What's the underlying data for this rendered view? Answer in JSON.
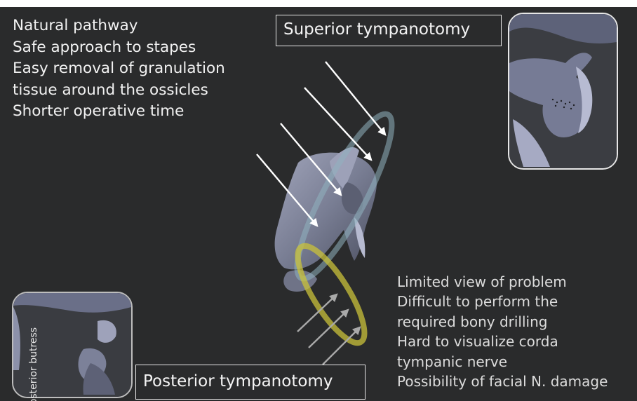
{
  "top_left_list": [
    "Natural pathway",
    "Safe approach to stapes",
    "Easy removal of granulation",
    "tissue around the ossicles",
    "Shorter operative time"
  ],
  "superior_label": "Superior tympanotomy",
  "posterior_label": "Posterior tympanotomy",
  "inset_bottom_label": "Posterior butress",
  "bottom_right_list": [
    "Limited view of problem",
    "Difficult to perform the",
    "required bony drilling",
    "Hard to visualize corda",
    "tympanic nerve",
    "Possibility of facial N. damage"
  ],
  "colors": {
    "background": "#2a2b2c",
    "superior_ring": "#8fb3c0",
    "posterior_ring": "#c9c23a",
    "bone": "#8b90a8"
  },
  "icons": [
    "white-arrow",
    "gray-arrow",
    "ossicle-model"
  ]
}
